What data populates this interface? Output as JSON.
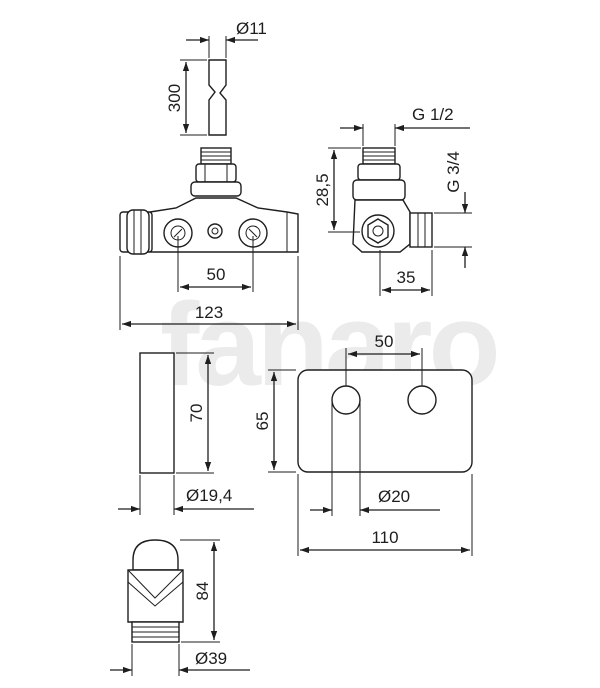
{
  "watermark": "fanaro",
  "dimensions": {
    "pipe_diameter": "Ø11",
    "pipe_length": "300",
    "side_thread": "G 1/2",
    "side_height": "28,5",
    "side_thread2": "G 3/4",
    "side_depth": "35",
    "valve_spacing": "50",
    "valve_width": "123",
    "cover_height": "70",
    "cover_diameter": "Ø19,4",
    "plate_spacing": "50",
    "plate_height": "65",
    "plate_hole": "Ø20",
    "plate_width": "110",
    "head_height": "84",
    "head_diameter": "Ø39"
  }
}
